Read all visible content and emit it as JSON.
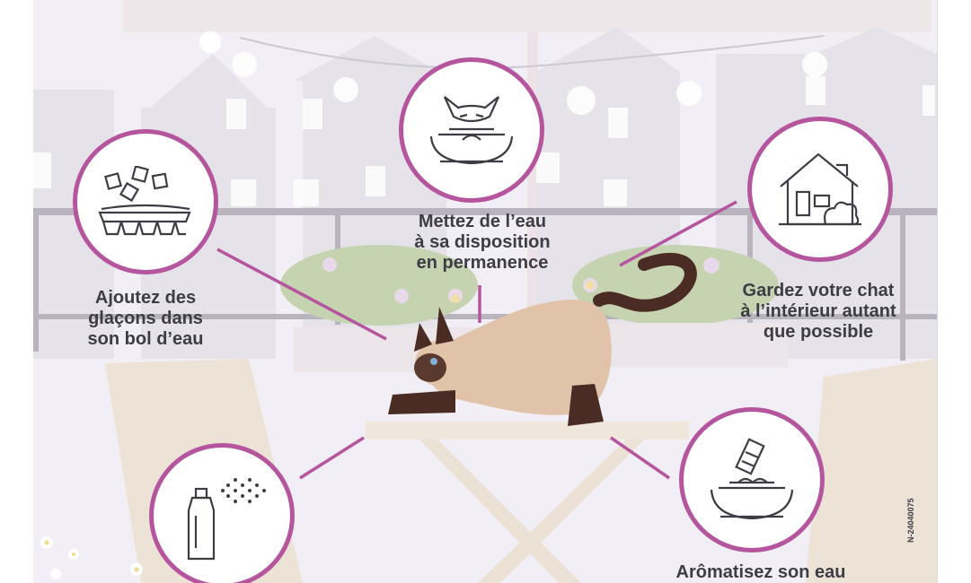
{
  "tips": [
    {
      "id": "ice",
      "text": "Ajoutez des\nglaçons dans\nson bol d’eau",
      "icon": "ice-cubes-icon"
    },
    {
      "id": "water",
      "text": "Mettez de l’eau\nà sa disposition\nen permanence",
      "icon": "cat-drinking-bowl-icon"
    },
    {
      "id": "indoor",
      "text": "Gardez votre chat\nà l’intérieur autant\nque possible",
      "icon": "house-icon"
    },
    {
      "id": "spray",
      "text": "",
      "icon": "spray-bottle-icon"
    },
    {
      "id": "flavor",
      "text": "Arômatisez son eau",
      "icon": "flavored-water-bowl-icon"
    }
  ],
  "reference_code": "N-24040075",
  "colors": {
    "accent": "#b5559e",
    "text": "#3d3d45",
    "background": "#f1eff5"
  }
}
